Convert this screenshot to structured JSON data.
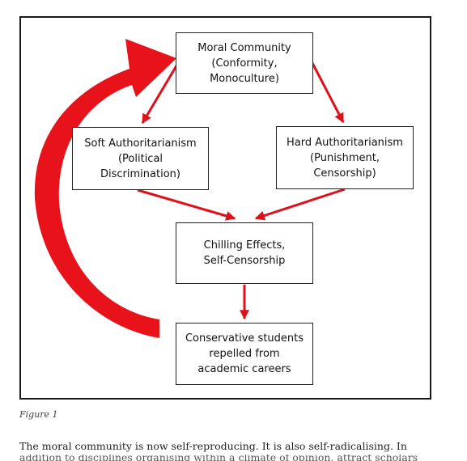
{
  "figure": {
    "nodes": {
      "moral_community": [
        "Moral Community",
        "(Conformity,",
        "Monoculture)"
      ],
      "soft_authoritarianism": [
        "Soft Authoritarianism",
        "(Political",
        "Discrimination)"
      ],
      "hard_authoritarianism": [
        "Hard Authoritarianism",
        "(Punishment,",
        "Censorship)"
      ],
      "chilling_effects": [
        "Chilling Effects,",
        "Self-Censorship"
      ],
      "conservative_students": [
        "Conservative students",
        "repelled from",
        "academic careers"
      ]
    },
    "caption": "Figure 1",
    "colors": {
      "arrow": "#e0101a",
      "border": "#1a1a1a"
    }
  },
  "body": {
    "paragraph_line_1": "The moral community is now self-reproducing. It is also self-radicalising. In",
    "paragraph_line_2": "addition to disciplines organising within a climate of opinion, attract scholars"
  }
}
